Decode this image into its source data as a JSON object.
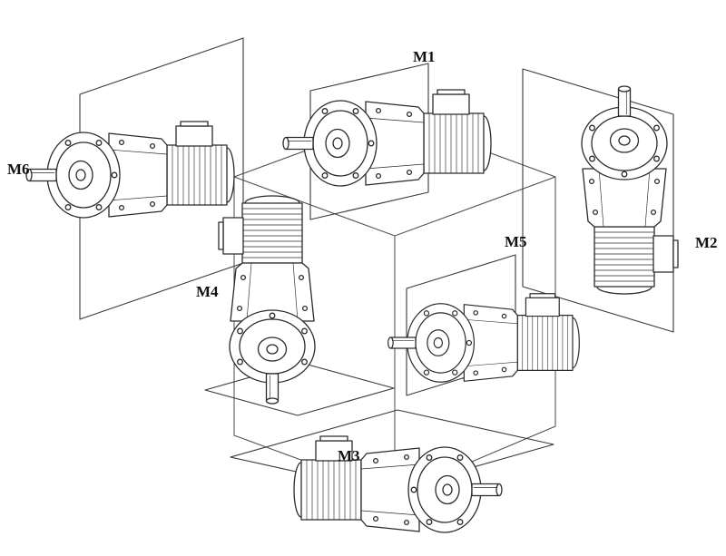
{
  "figure": {
    "background": "#ffffff",
    "stroke_color": "#2b2b2b",
    "construction_color": "#4a4a4a",
    "label_color": "#111111",
    "labels": [
      {
        "id": "M1",
        "text": "M1",
        "orientation": "horizontal gearmotor standing on top face, shaft toward upper-left"
      },
      {
        "id": "M2",
        "text": "M2",
        "orientation": "vertical gearmotor on right face, shaft pointing up"
      },
      {
        "id": "M3",
        "text": "M3",
        "orientation": "horizontal gearmotor below bottom face, flange toward cube"
      },
      {
        "id": "M4",
        "text": "M4",
        "orientation": "vertical gearmotor, motor on top, shaft pointing down"
      },
      {
        "id": "M5",
        "text": "M5",
        "orientation": "horizontal gearmotor on front-right face, shaft toward left"
      },
      {
        "id": "M6",
        "text": "M6",
        "orientation": "horizontal gearmotor on left face, shaft toward left"
      }
    ]
  }
}
